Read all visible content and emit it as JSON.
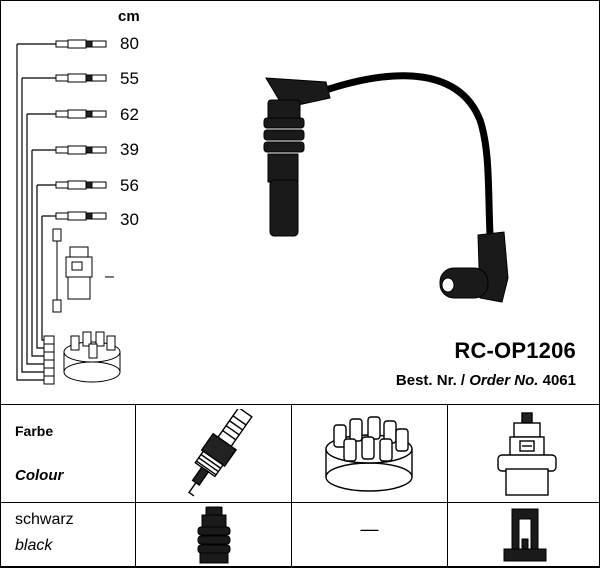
{
  "diagram": {
    "unit_label": "cm",
    "lengths": [
      "80",
      "55",
      "62",
      "39",
      "56",
      "30"
    ],
    "coil_lead_value": "–"
  },
  "product": {
    "code": "RC-OP1206",
    "order_prefix": "Best. Nr. /",
    "order_label": "Order No.",
    "order_number": "4061"
  },
  "table": {
    "header_de": "Farbe",
    "header_en": "Colour",
    "color_de": "schwarz",
    "color_en": "black",
    "distributor_value": "—"
  },
  "icons": [
    "spark-plug-icon",
    "distributor-cap-icon",
    "ignition-coil-icon",
    "spark-plug-connector-icon",
    "coil-connector-icon"
  ]
}
